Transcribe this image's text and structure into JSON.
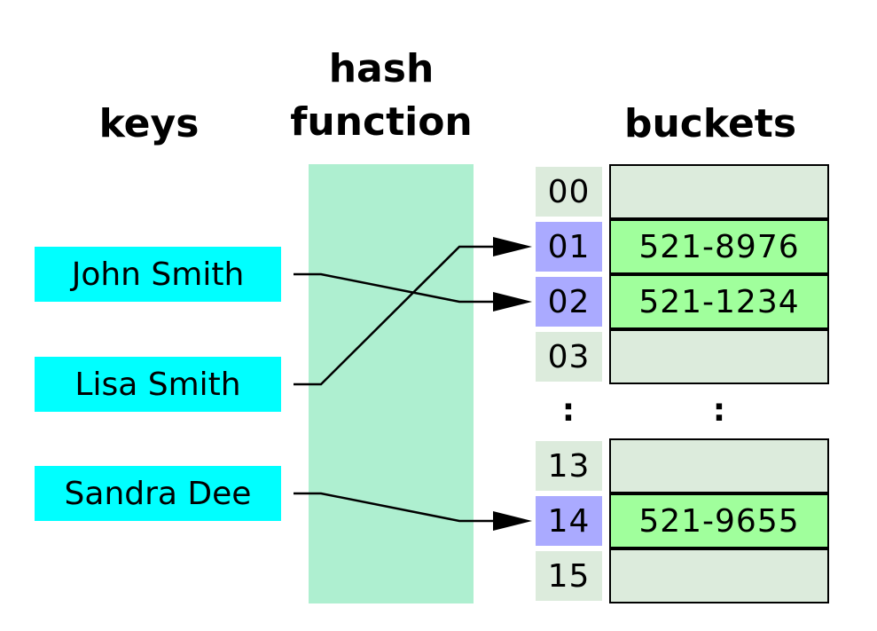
{
  "headings": {
    "keys": "keys",
    "hash_function": [
      "hash",
      "function"
    ],
    "buckets": "buckets"
  },
  "keys": [
    "John Smith",
    "Lisa Smith",
    "Sandra Dee"
  ],
  "buckets_top": [
    {
      "index": "00",
      "value": ""
    },
    {
      "index": "01",
      "value": "521-8976"
    },
    {
      "index": "02",
      "value": "521-1234"
    },
    {
      "index": "03",
      "value": ""
    }
  ],
  "buckets_bottom": [
    {
      "index": "13",
      "value": ""
    },
    {
      "index": "14",
      "value": "521-9655"
    },
    {
      "index": "15",
      "value": ""
    }
  ],
  "ellipsis": ":",
  "mappings": [
    {
      "key": "John Smith",
      "index": "02"
    },
    {
      "key": "Lisa Smith",
      "index": "01"
    },
    {
      "key": "Sandra Dee",
      "index": "14"
    }
  ],
  "colors": {
    "key_fill": "#00ffff",
    "hash_function_fill": "#aeefd0",
    "index_plain": "#dcebdc",
    "index_hit": "#aaaaff",
    "bucket_empty": "#dcebdc",
    "bucket_filled": "#a0ff9c"
  }
}
